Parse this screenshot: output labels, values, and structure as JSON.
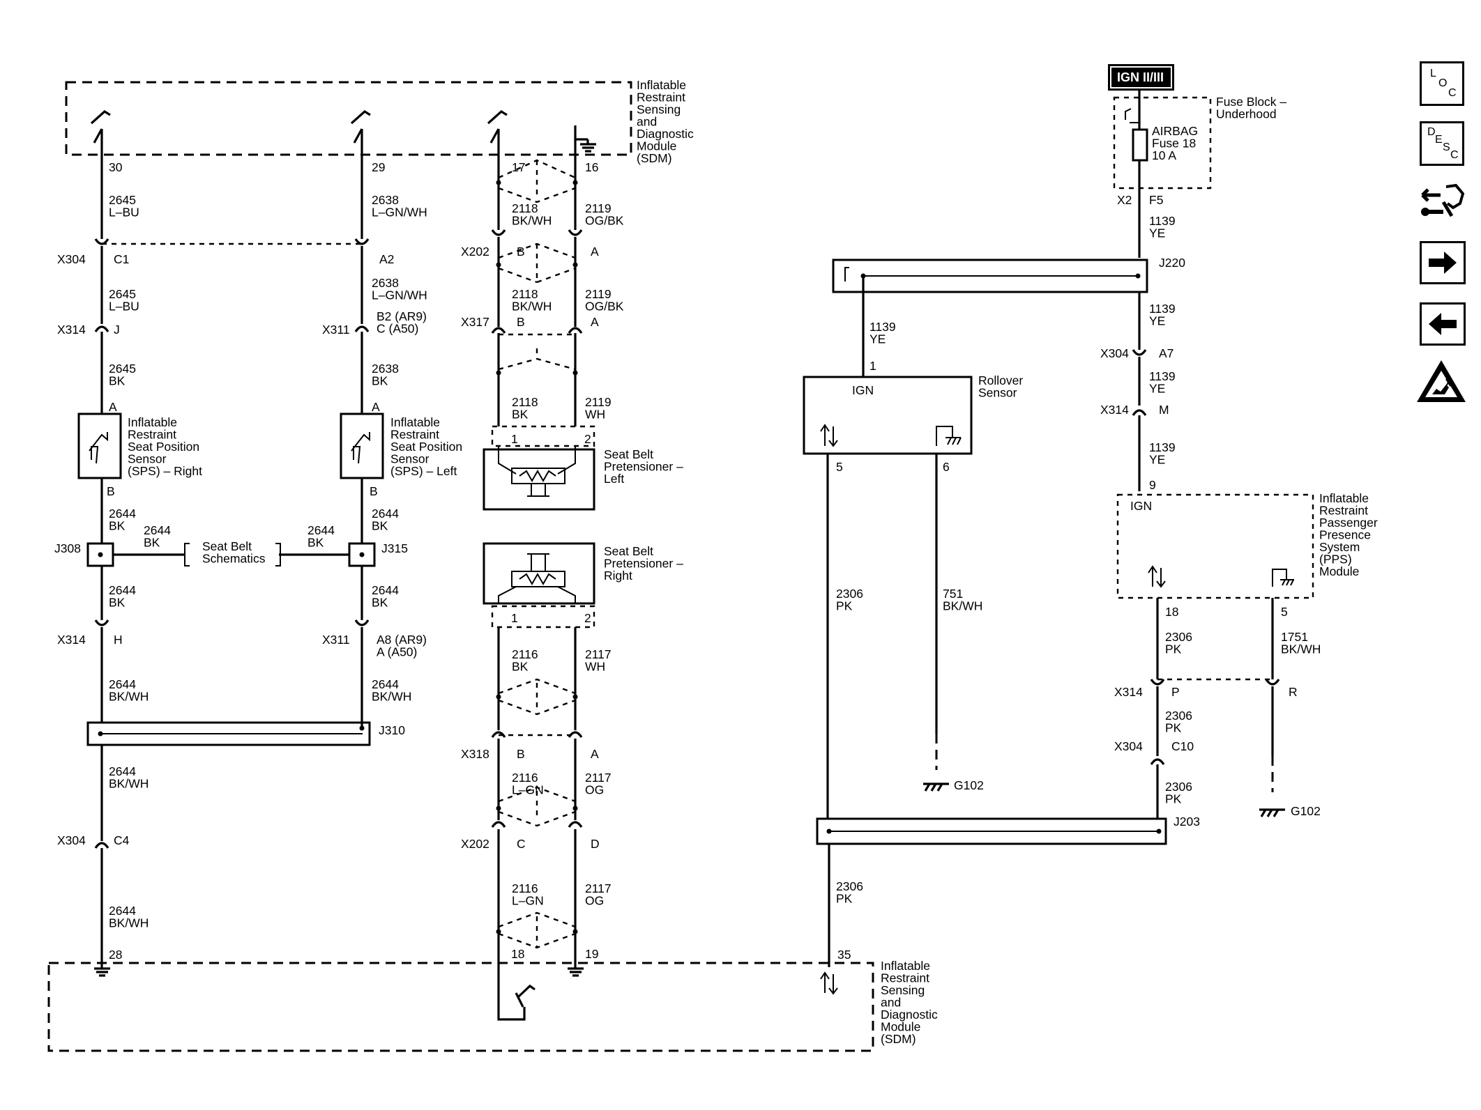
{
  "modules": {
    "sdm_top": "Inflatable\nRestraint\nSensing\nand\nDiagnostic\nModule\n(SDM)",
    "sdm_bottom": "Inflatable\nRestraint\nSensing\nand\nDiagnostic\nModule\n(SDM)",
    "fuse_block": "Fuse Block –\nUnderhood",
    "fuse": "AIRBAG\nFuse 18\n10 A",
    "ign_badge": "IGN II/III",
    "rollover": "Rollover\nSensor",
    "rollover_ign": "IGN",
    "pps": "Inflatable\nRestraint\nPassenger\nPresence\nSystem\n(PPS)\nModule",
    "pps_ign": "IGN",
    "sps_right": "Inflatable\nRestraint\nSeat Position\nSensor\n(SPS) – Right",
    "sps_left": "Inflatable\nRestraint\nSeat Position\nSensor\n(SPS) – Left",
    "pret_left": "Seat Belt\nPretensioner –\nLeft",
    "pret_right": "Seat Belt\nPretensioner –\nRight",
    "seat_belt_schem": "Seat Belt\nSchematics"
  },
  "labels": {
    "pin30": "30",
    "pin29": "29",
    "pin17": "17",
    "pin16": "16",
    "w2645a": "2645\nL–BU",
    "w2638a": "2638\nL–GN/WH",
    "w2118a": "2118\nBK/WH",
    "w2119a": "2119\nOG/BK",
    "x304a": "X304",
    "c1": "C1",
    "a2": "A2",
    "x202a": "X202",
    "bA": "B",
    "aA": "A",
    "w2645b": "2645\nL–BU",
    "w2638b": "2638\nL–GN/WH",
    "w2118b": "2118\nBK/WH",
    "w2119b": "2119\nOG/BK",
    "x314a": "X314",
    "j": "J",
    "x311a": "X311",
    "b2": "B2 (AR9)\nC (A50)",
    "x317": "X317",
    "bB": "B",
    "aB": "A",
    "w2645c": "2645\nBK",
    "w2638c": "2638\nBK",
    "w2118c": "2118\nBK",
    "w2119c": "2119\nWH",
    "spsRA": "A",
    "spsLA": "A",
    "spsRB": "B",
    "spsLB": "B",
    "pretL1": "1",
    "pretL2": "2",
    "pretR1": "1",
    "pretR2": "2",
    "w2644a": "2644\nBK",
    "w2644b": "2644\nBK",
    "w2644c": "2644\nBK",
    "w2644d": "2644\nBK",
    "j308": "J308",
    "j315": "J315",
    "w2644e": "2644\nBK",
    "w2644f": "2644\nBK",
    "x314b": "X314",
    "h": "H",
    "x311b": "X311",
    "a8": "A8 (AR9)\nA (A50)",
    "w2116a": "2116\nBK",
    "w2117a": "2117\nWH",
    "w2644g": "2644\nBK/WH",
    "w2644h": "2644\nBK/WH",
    "j310": "J310",
    "x318": "X318",
    "bC": "B",
    "aC": "A",
    "w2644i": "2644\nBK/WH",
    "w2116b": "2116\nL–GN",
    "w2117b": "2117\nOG",
    "x304b": "X304",
    "c4": "C4",
    "x202b": "X202",
    "cC": "C",
    "dD": "D",
    "w2644j": "2644\nBK/WH",
    "w2116c": "2116\nL–GN",
    "w2117c": "2117\nOG",
    "pin28": "28",
    "pin18": "18",
    "pin19": "19",
    "pin35": "35",
    "x2": "X2",
    "f5": "F5",
    "w1139a": "1139\nYE",
    "j220": "J220",
    "w1139b": "1139\nYE",
    "pin1": "1",
    "w1139c": "1139\nYE",
    "x304c": "X304",
    "a7": "A7",
    "w1139d": "1139\nYE",
    "x314c": "X314",
    "m": "M",
    "w1139e": "1139\nYE",
    "pin9": "9",
    "pin5r": "5",
    "pin6r": "6",
    "w2306a": "2306\nPK",
    "w751": "751\nBK/WH",
    "pin18p": "18",
    "pin5p": "5",
    "w2306b": "2306\nPK",
    "w1751": "1751\nBK/WH",
    "x314d": "X314",
    "p": "P",
    "r": "R",
    "w2306c": "2306\nPK",
    "x304d": "X304",
    "c10": "C10",
    "w2306d": "2306\nPK",
    "j203": "J203",
    "w2306e": "2306\nPK",
    "g102a": "G102",
    "g102b": "G102"
  },
  "sidebar": {
    "loc_letters": [
      "L",
      "O",
      "C"
    ],
    "desc_letters": [
      "D",
      "E",
      "S",
      "C"
    ],
    "icons": [
      "connector-end-view-icon",
      "next-page-arrow-icon",
      "previous-page-arrow-icon",
      "esd-warning-icon"
    ]
  }
}
